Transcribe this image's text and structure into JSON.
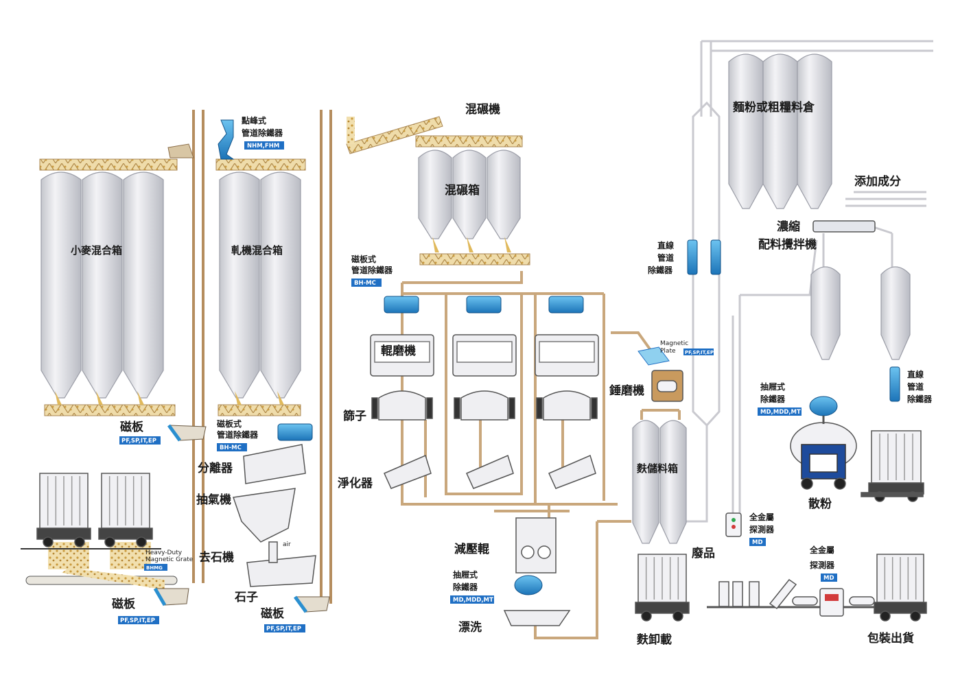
{
  "colors": {
    "silo": "#dcdde2",
    "silo_edge": "#9a9ca6",
    "pipe": "#c8a57a",
    "conveyor": "#e6cf98",
    "grain": "#e2bf6a",
    "magnet": "#2a8fd0",
    "tag": "#1f6fc4",
    "machine": "#efeff2"
  },
  "labels": {
    "wheat_blend_bin": "小麥混合箱",
    "mill_blend_bin": "軋機混合箱",
    "grain_bin_hopper": "混碾箱",
    "mixer_top": "混碾機",
    "flour_bin": "麵粉或粗糧料倉",
    "additives": "添加成分",
    "concentrate_mixer_1": "濃縮",
    "concentrate_mixer_2": "配料攪拌機",
    "magnet_plate_1": "磁板",
    "magnet_plate_2": "磁板",
    "magnet_plate_3": "磁板",
    "pipe_magnet_1a": "磁板式",
    "pipe_magnet_1b": "管道除鐵器",
    "pipe_magnet_2a": "磁板式",
    "pipe_magnet_2b": "管道除鐵器",
    "pipe_magnet_3a": "點峰式",
    "pipe_magnet_3b": "管道除鐵器",
    "separator": "分離器",
    "aspirator": "抽氣機",
    "destoner": "去石機",
    "stones": "石子",
    "roller_mill": "輥磨機",
    "sifter": "篩子",
    "purifier": "淨化器",
    "hammer_mill": "錘磨機",
    "bran_bin": "麩儲料箱",
    "waste": "廢品",
    "bran_truck": "麩卸載",
    "bulk_flour": "散粉",
    "packaging": "包裝出貨",
    "drawer_magnet_1a": "抽屜式",
    "drawer_magnet_1b": "除鐵器",
    "drawer_magnet_2a": "抽屜式",
    "drawer_magnet_2b": "除鐵器",
    "inline_magnet_1a": "直線",
    "inline_magnet_1b": "管道",
    "inline_magnet_1c": "除鐵器",
    "inline_magnet_2a": "直線",
    "inline_magnet_2b": "管道",
    "inline_magnet_2c": "除鐵器",
    "metal_detector_1a": "全金屬",
    "metal_detector_1b": "探測器",
    "metal_detector_2a": "全金屬",
    "metal_detector_2b": "探測器",
    "reduction_roll": "減壓輥",
    "wash": "漂洗",
    "magnetic_plate_en_1": "Magnetic",
    "magnetic_plate_en_2": "Plate",
    "heavy_duty_1": "Heavy-Duty",
    "heavy_duty_2": "Magnetic Grate",
    "air": "air"
  },
  "tags": {
    "pf_1": "PF,SP,IT,EP",
    "pf_2": "PF,SP,IT,EP",
    "pf_3": "PF,SP,IT,EP",
    "bhmc_1": "BH-MC",
    "bhmc_2": "BH-MC",
    "nhm": "NHM,FHM",
    "md_drawer_1": "MD,MDD,MT",
    "md_drawer_2": "MD,MDD,MT",
    "md_1": "MD",
    "md_2": "MD",
    "hm_plate": "PF,SP,IT,EP",
    "grate": "BHMG"
  }
}
